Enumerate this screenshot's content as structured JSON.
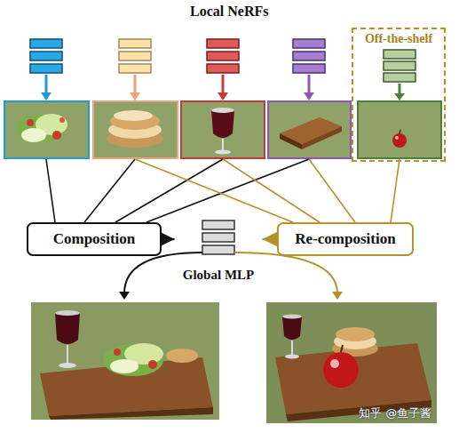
{
  "diagram": {
    "title": "Local NeRFs",
    "nodes": [
      {
        "text": [
          "Off-the-shelf"
        ]
      },
      {
        "text": [
          "Composition"
        ]
      },
      {
        "text": [
          "Global MLP"
        ]
      },
      {
        "text": [
          "Re-composition"
        ]
      }
    ],
    "edges": [
      {
        "from": 1,
        "to": 2,
        "arrow": "to"
      },
      {
        "from": 3,
        "to": 2,
        "arrow": "to"
      }
    ],
    "labels": [
      "知乎 @鱼子酱"
    ]
  }
}
